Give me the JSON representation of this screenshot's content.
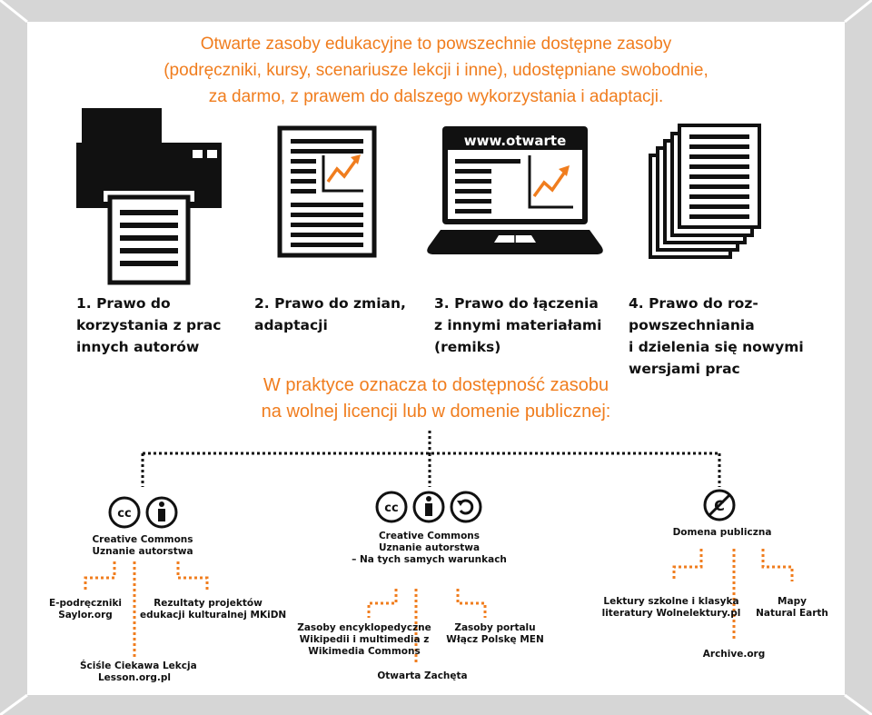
{
  "intro": [
    "Otwarte zasoby edukacyjne to powszechnie dostępne zasoby",
    "(podręczniki, kursy, scenariusze lekcji i inne), udostępniane swobodnie,",
    "za darmo, z prawem do dalszego wykorzystania i adaptacji."
  ],
  "laptop_url": "www.otwarte",
  "rights": [
    {
      "lines": [
        "1. Prawo do",
        "korzystania z prac",
        "innych autorów"
      ]
    },
    {
      "lines": [
        "2. Prawo do zmian,",
        "adaptacji"
      ]
    },
    {
      "lines": [
        "3. Prawo do łączenia",
        "z innymi materiałami",
        "(remiks)"
      ]
    },
    {
      "lines": [
        "4. Prawo do roz-",
        "powszechniania",
        "i dzielenia się nowymi",
        "wersjami prac"
      ]
    }
  ],
  "practice": [
    "W praktyce oznacza to dostępność zasobu",
    "na wolnej licencji lub w domenie publicznej:"
  ],
  "licenses": [
    {
      "lines": [
        "Creative Commons",
        "Uznanie autorstwa"
      ]
    },
    {
      "lines": [
        "Creative Commons",
        "Uznanie autorstwa",
        "– Na tych samych warunkach"
      ]
    },
    {
      "lines": [
        "Domena publiczna"
      ]
    }
  ],
  "examples": {
    "by": [
      {
        "lines": [
          "E-podręczniki",
          "Saylor.org"
        ]
      },
      {
        "lines": [
          "Rezultaty projektów",
          "edukacji kulturalnej MKiDN"
        ]
      },
      {
        "lines": [
          "Ściśle Ciekawa Lekcja",
          "Lesson.org.pl"
        ]
      }
    ],
    "bysa": [
      {
        "lines": [
          "Zasoby encyklopedyczne",
          "Wikipedii i multimedia z",
          "Wikimedia Commons"
        ]
      },
      {
        "lines": [
          "Zasoby portalu",
          "Włącz Polskę MEN"
        ]
      },
      {
        "lines": [
          "Otwarta Zachęta"
        ]
      }
    ],
    "pd": [
      {
        "lines": [
          "Lektury szkolne i klasyka",
          "literatury Wolnelektury.pl"
        ]
      },
      {
        "lines": [
          "Mapy",
          "Natural Earth"
        ]
      },
      {
        "lines": [
          "Archive.org"
        ]
      }
    ]
  },
  "colors": {
    "accent": "#f07d1e",
    "ink": "#111111",
    "frame": "#d8d8d8"
  }
}
